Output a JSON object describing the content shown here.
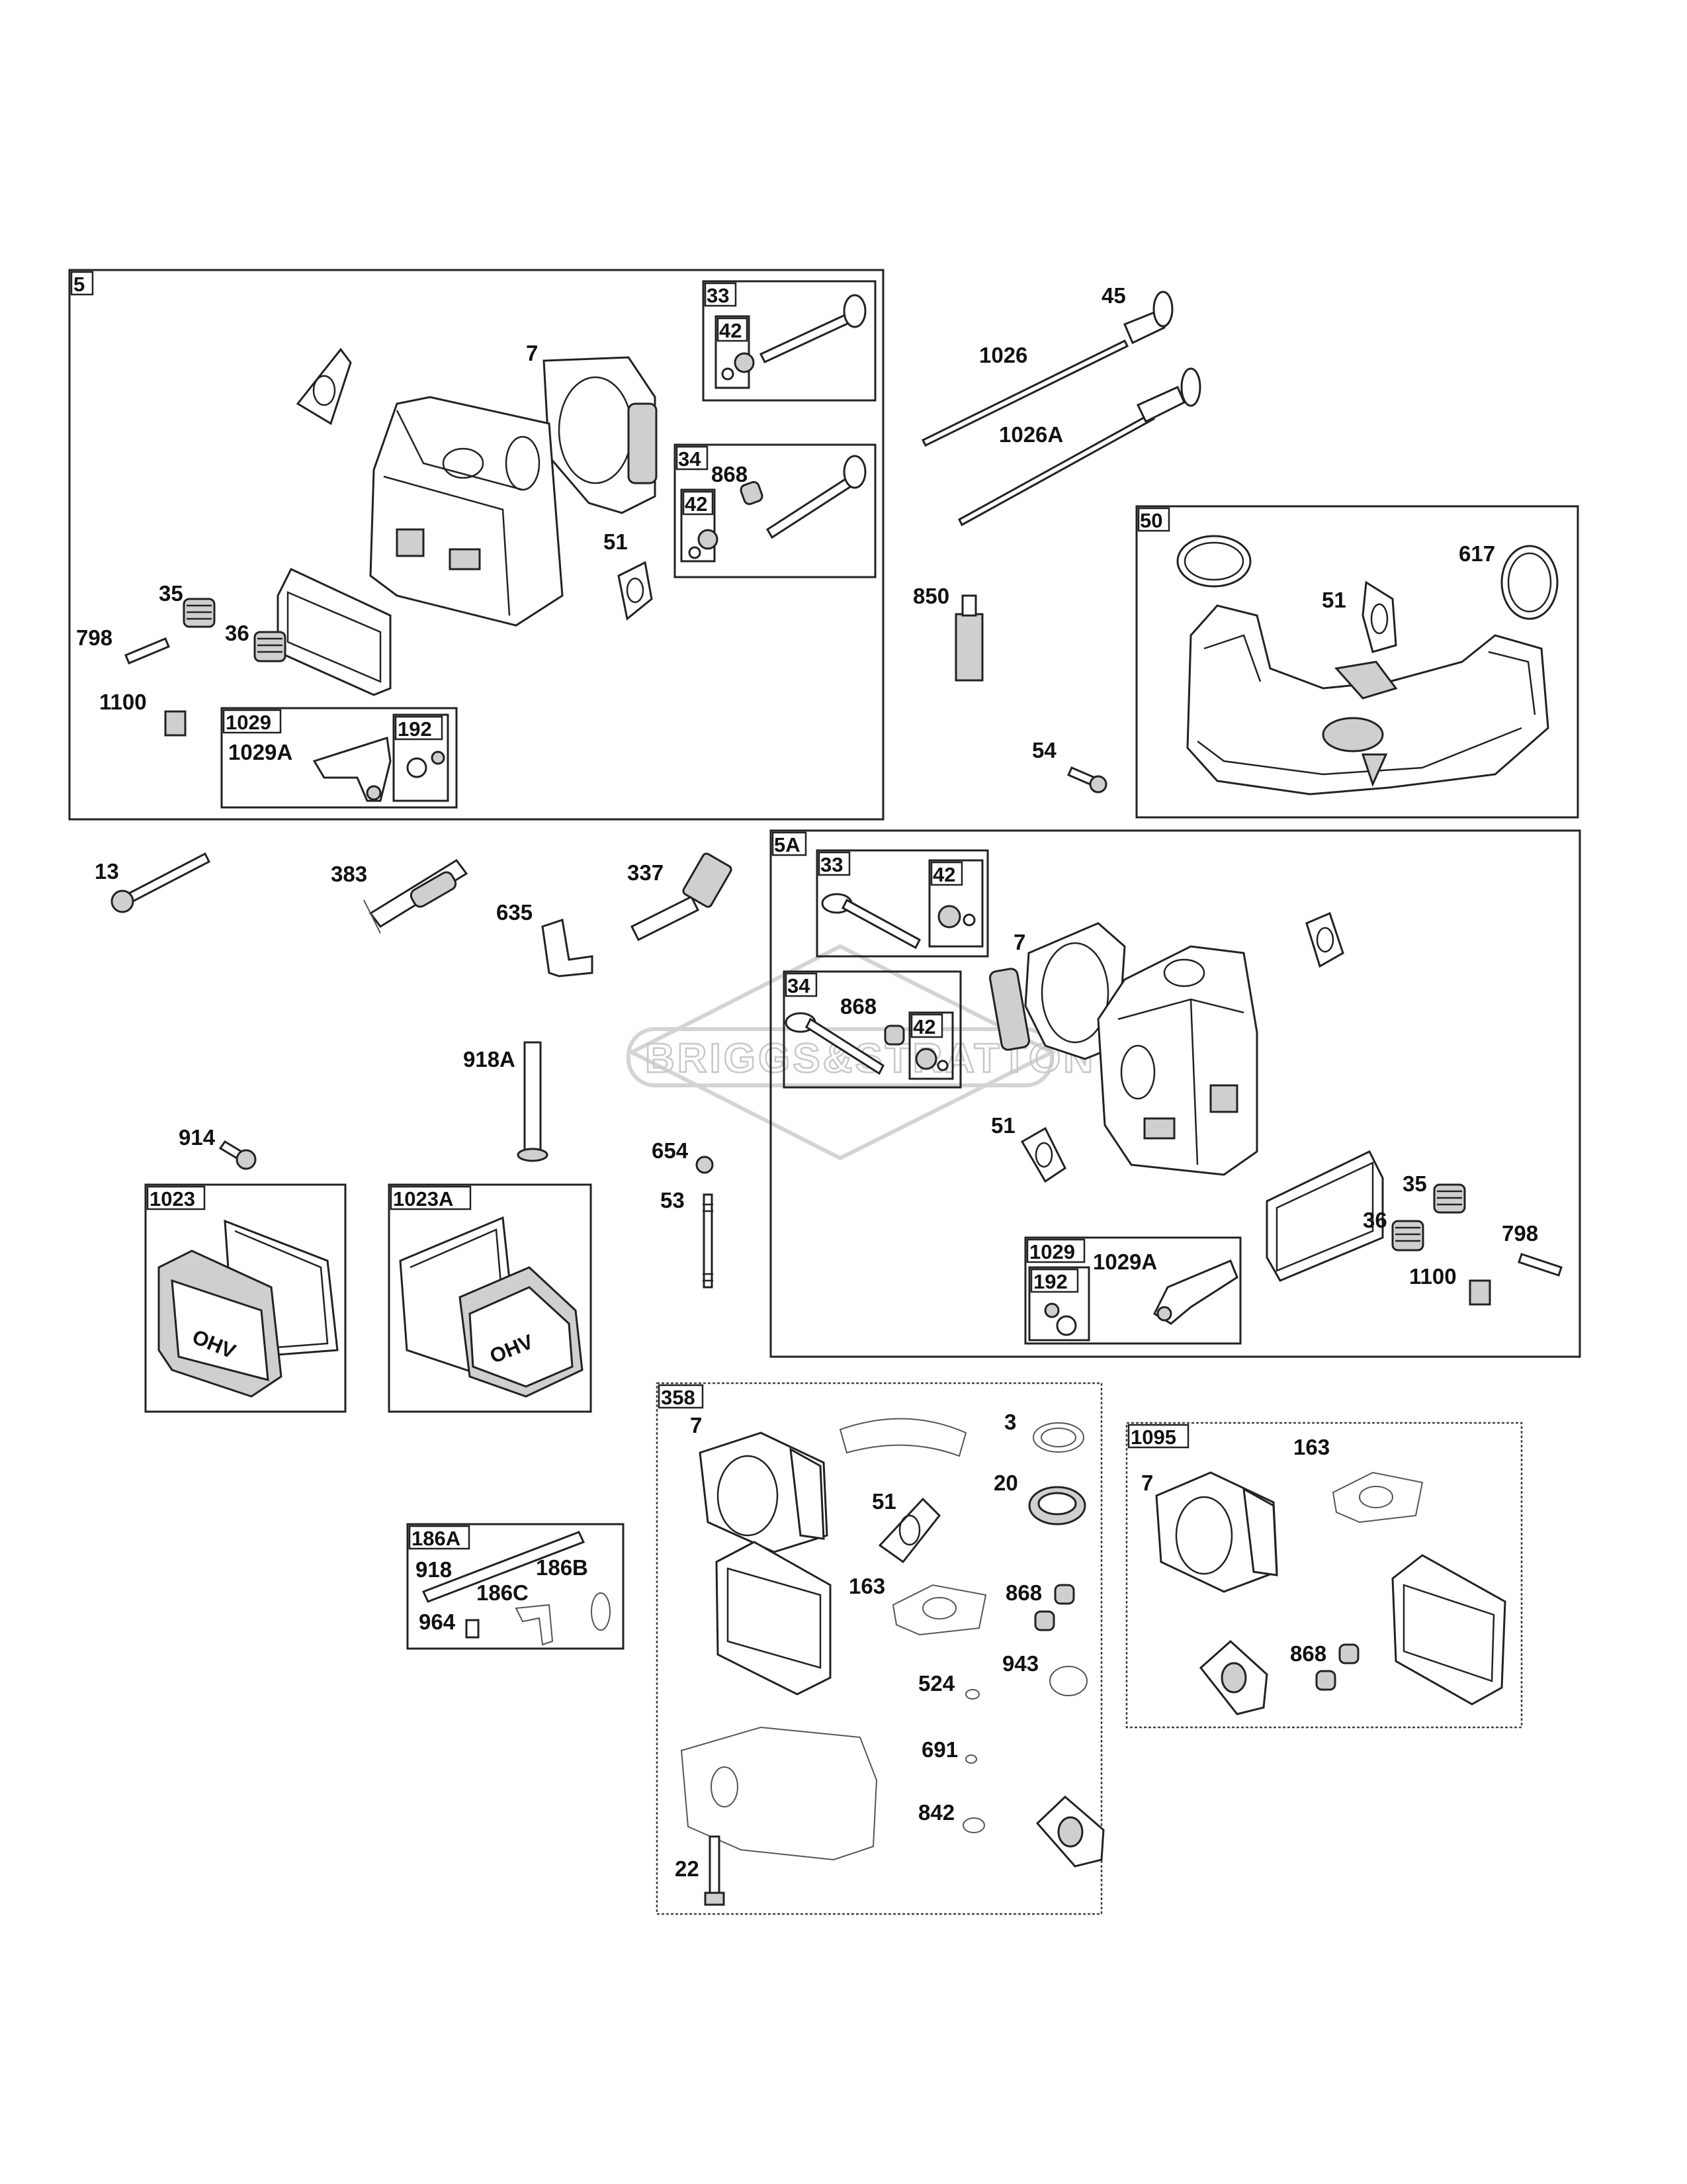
{
  "watermark": {
    "brand_text": "BRIGGS&STRATTON"
  },
  "callouts": {
    "p5": "5",
    "p33a": "33",
    "p42a": "42",
    "p34a": "34",
    "p868a": "868",
    "p42b": "42",
    "p7a": "7",
    "p51a": "51",
    "p35a": "35",
    "p798a": "798",
    "p36a": "36",
    "p1100a": "1100",
    "p1029a": "1029",
    "p1029Aa": "1029A",
    "p192a": "192",
    "p45": "45",
    "p1026": "1026",
    "p1026A": "1026A",
    "p850": "850",
    "p54": "54",
    "p50": "50",
    "p51b": "51",
    "p617": "617",
    "p13": "13",
    "p383": "383",
    "p337": "337",
    "p635": "635",
    "p5A": "5A",
    "p33b": "33",
    "p42c": "42",
    "p34b": "34",
    "p868b": "868",
    "p42d": "42",
    "p7b": "7",
    "p51c": "51",
    "p35b": "35",
    "p36b": "36",
    "p798b": "798",
    "p1100b": "1100",
    "p1029b": "1029",
    "p1029Ab": "1029A",
    "p192b": "192",
    "p918A": "918A",
    "p914": "914",
    "p654": "654",
    "p53": "53",
    "p1023": "1023",
    "p1023A": "1023A",
    "p186A": "186A",
    "p918": "918",
    "p186B": "186B",
    "p186C": "186C",
    "p964": "964",
    "p358": "358",
    "p7c": "7",
    "p3": "3",
    "p20": "20",
    "p51d": "51",
    "p163a": "163",
    "p868c": "868",
    "p524": "524",
    "p943": "943",
    "p691": "691",
    "p842": "842",
    "p22": "22",
    "p1095": "1095",
    "p7d": "7",
    "p163b": "163",
    "p868d": "868"
  }
}
